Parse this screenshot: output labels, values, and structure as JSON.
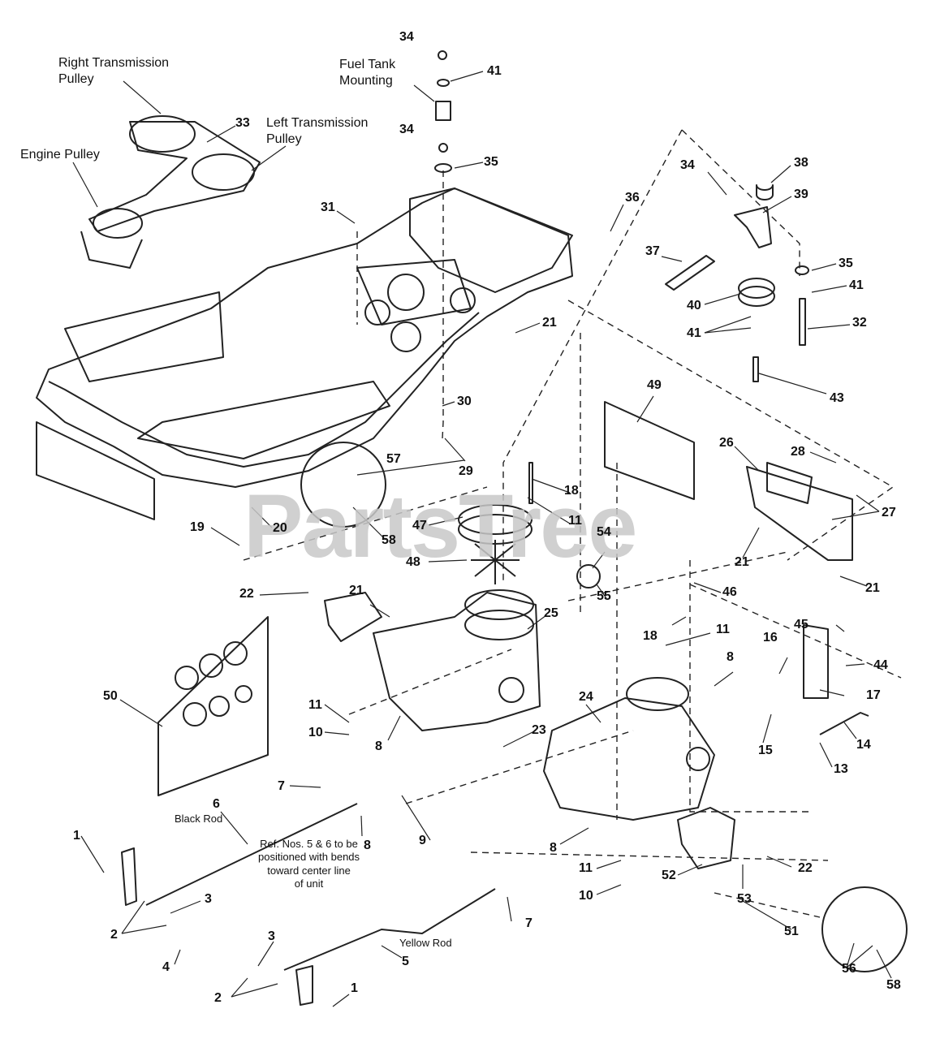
{
  "watermark": "PartsTree",
  "captions": {
    "right_pulley": "Right Transmission\nPulley",
    "left_pulley": "Left Transmission\nPulley",
    "engine_pulley": "Engine Pulley",
    "fuel_tank": "Fuel Tank\nMounting",
    "black_rod": "Black Rod",
    "yellow_rod": "Yellow Rod",
    "note": "Ref. Nos. 5 & 6 to be\npositioned with bends\ntoward center line\nof unit"
  },
  "callouts": [
    "34",
    "41",
    "34",
    "35",
    "33",
    "31",
    "36",
    "34",
    "38",
    "39",
    "37",
    "35",
    "41",
    "40",
    "41",
    "32",
    "43",
    "21",
    "30",
    "29",
    "49",
    "26",
    "28",
    "27",
    "21",
    "21",
    "57",
    "58",
    "20",
    "19",
    "18",
    "11",
    "47",
    "48",
    "54",
    "55",
    "22",
    "21",
    "25",
    "50",
    "46",
    "45",
    "18",
    "11",
    "16",
    "44",
    "8",
    "17",
    "24",
    "11",
    "10",
    "8",
    "23",
    "15",
    "14",
    "13",
    "7",
    "6",
    "8",
    "9",
    "8",
    "11",
    "10",
    "52",
    "22",
    "53",
    "51",
    "1",
    "2",
    "3",
    "4",
    "3",
    "7",
    "5",
    "2",
    "1",
    "56",
    "58"
  ],
  "colors": {
    "line": "#222222",
    "watermark": "#c8c8c8",
    "background": "#ffffff"
  }
}
